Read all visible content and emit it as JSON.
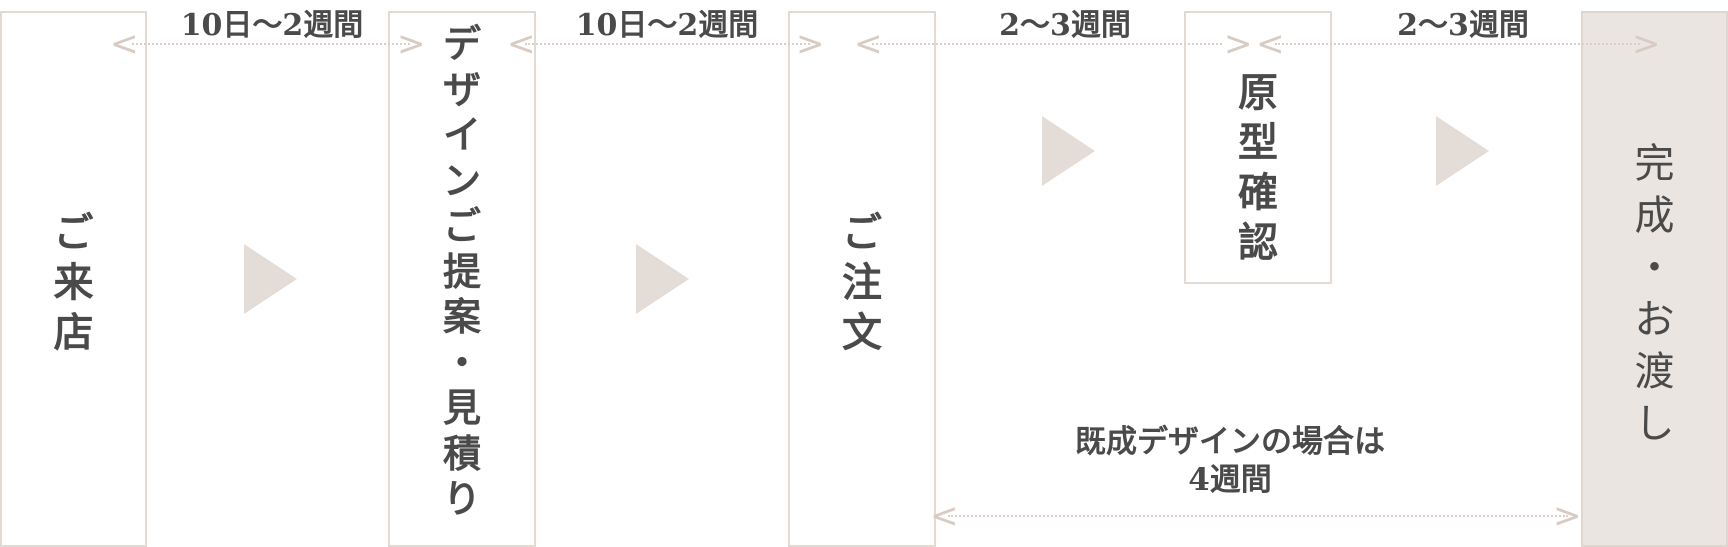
{
  "steps": [
    {
      "label": "ご来店",
      "chars": [
        "ご",
        "来",
        "店"
      ]
    },
    {
      "label": "デザインご提案・見積り",
      "chars": [
        "デ",
        "ザ",
        "イ",
        "ン",
        "ご",
        "提",
        "案",
        "・",
        "見",
        "積",
        "り"
      ]
    },
    {
      "label": "ご注文",
      "chars": [
        "ご",
        "注",
        "文"
      ]
    },
    {
      "label": "原型確認",
      "chars": [
        "原",
        "型",
        "確",
        "認"
      ]
    },
    {
      "label": "完成・お渡し",
      "chars": [
        "完",
        "成",
        "・",
        "お",
        "渡",
        "し"
      ]
    }
  ],
  "durations": [
    {
      "label": "10日〜2週間"
    },
    {
      "label": "10日〜2週間"
    },
    {
      "label": "2〜3週間"
    },
    {
      "label": "2〜3週間"
    }
  ],
  "note": {
    "line1": "既成デザインの場合は",
    "line2": "4週間"
  },
  "icons": {
    "arrow_left": "‹",
    "arrow_right": "›",
    "chev_left": "<",
    "chev_right": ">"
  },
  "colors": {
    "border": "#e3dad4",
    "final_bg": "#ebe5e1",
    "triangle": "#e3dcd7",
    "text": "#4a4a4a",
    "dots": "#dccfc8"
  }
}
